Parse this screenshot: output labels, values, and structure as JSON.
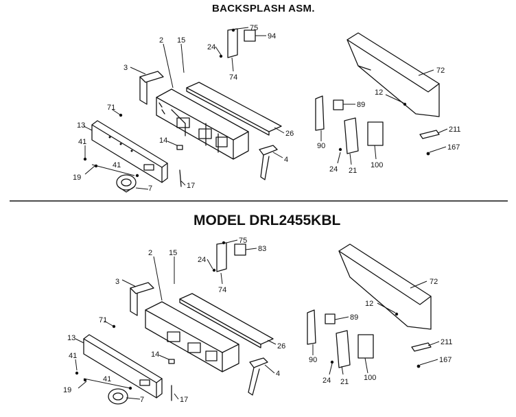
{
  "titles": {
    "top": "BACKSPLASH ASM.",
    "model": "MODEL DRL2455KBL"
  },
  "icons": {
    "backsplash_panel": "backsplash-panel-icon",
    "control_panel": "control-panel-icon",
    "knob": "knob-icon",
    "bracket": "bracket-icon",
    "switch": "switch-icon",
    "end_cap": "end-cap-icon",
    "screw": "screw-icon"
  },
  "diagrams": [
    {
      "labels": [
        "2",
        "15",
        "3",
        "71",
        "13",
        "41",
        "19",
        "41",
        "7",
        "14",
        "17",
        "4",
        "26",
        "24",
        "75",
        "94",
        "74",
        "72",
        "12",
        "89",
        "90",
        "24",
        "21",
        "100",
        "211",
        "167"
      ]
    },
    {
      "labels": [
        "2",
        "15",
        "3",
        "71",
        "13",
        "41",
        "19",
        "41",
        "7",
        "14",
        "17",
        "4",
        "26",
        "24",
        "75",
        "83",
        "74",
        "72",
        "12",
        "89",
        "90",
        "24",
        "21",
        "100",
        "211",
        "167"
      ]
    }
  ]
}
